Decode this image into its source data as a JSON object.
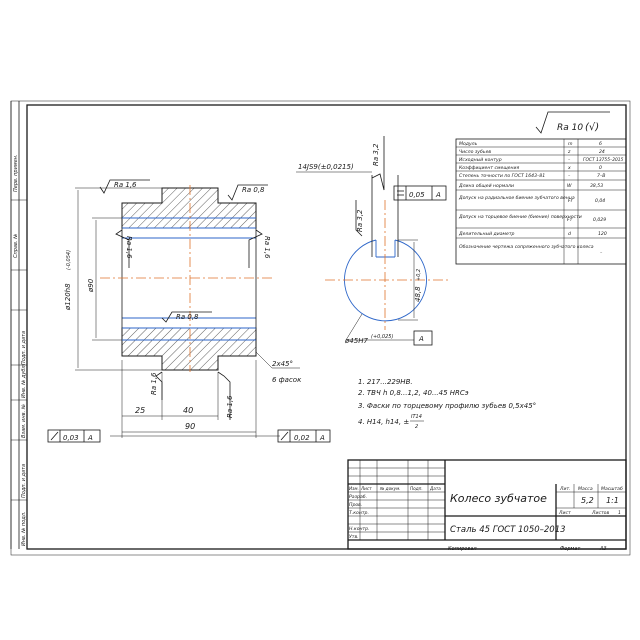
{
  "roughness_general": {
    "ra": "Ra 10",
    "paren": "(√)"
  },
  "params": [
    {
      "name": "Модуль",
      "sym": "m",
      "val": "6"
    },
    {
      "name": "Число зубьев",
      "sym": "z",
      "val": "24"
    },
    {
      "name": "Исходный контур",
      "sym": "–",
      "val": "ГОСТ 13755–2015"
    },
    {
      "name": "Коэффициент смещения",
      "sym": "x",
      "val": "0"
    },
    {
      "name": "Степень точности по ГОСТ 1643–81",
      "sym": "–",
      "val": "7–В"
    },
    {
      "name": "Длина общей нормали",
      "sym": "W",
      "val": "38,53"
    },
    {
      "name": "Допуск на радиальное биение зубчатого венца",
      "sym": "Fr",
      "val": "0,04"
    },
    {
      "name": "Допуск на торцевое биение (биение) поверхности",
      "sym": "Fт",
      "val": "0,029"
    },
    {
      "name": "Делительный диаметр",
      "sym": "d",
      "val": "120"
    },
    {
      "name": "Обозначение чертежа сопряженного зубчатого колеса",
      "sym": "",
      "val": "–"
    }
  ],
  "dims": {
    "ra16_top": "Ra 1,6",
    "ra08_top": "Ra 0,8",
    "ra16_left": "Ra 1,6",
    "ra16_right": "Ra 1,6",
    "ra08_mid": "Ra 0,8",
    "ra16_bottom": "Ra 1,6",
    "ra16_bottom2": "Ra 1,6",
    "d_outer": "ø120h8",
    "d_outer_tol": "(-0,054)",
    "d_bore": "ø90",
    "chamfer": "2x45°",
    "chamfer_count": "6 фасок",
    "len25": "25",
    "len40": "40",
    "len90": "90",
    "runout_left": "0,03",
    "runout_left_ref": "A",
    "runout_right": "0,02",
    "runout_right_ref": "A",
    "keyway_width": "14JS9(±0,0215)",
    "ra32_a": "Ra 3,2",
    "ra32_b": "Ra 3,2",
    "parallel_tol": "0,05",
    "parallel_ref": "A",
    "depth": "48,8",
    "depth_tol": "+0,2",
    "bore_hole": "ø45H7",
    "bore_tol": "(+0,025)",
    "datum": "A"
  },
  "notes": [
    "1. 217...229HB.",
    "2. ТВЧ h 0,8...1,2, 40...45 HRCэ",
    "3. Фаски по торцевому профилю зубьев 0,5х45°",
    "4. H14, h14, ±"
  ],
  "note4_frac": {
    "num": "IT14",
    "den": "2"
  },
  "title_block": {
    "title": "Колесо зубчатое",
    "material": "Сталь 45 ГОСТ 1050–2013",
    "lit": "Лит.",
    "mass_h": "Масса",
    "scale_h": "Масштаб",
    "mass": "5,2",
    "scale": "1:1",
    "sheet": "Лист",
    "sheets": "Листов",
    "sheets_n": "1",
    "copied": "Копировал",
    "format": "Формат",
    "format_v": "A3",
    "rows": [
      "Изм.",
      "Лист",
      "№ докум.",
      "Подп.",
      "Дата"
    ],
    "roles": [
      "Разраб.",
      "Пров.",
      "Т.контр.",
      "",
      "Н.контр.",
      "Утв."
    ]
  },
  "side_labels": [
    "Перв. примен.",
    "Справ. №",
    "Подп. и дата",
    "Инв. № дубл.",
    "Взам. инв. №",
    "Подп. и дата",
    "Инв. № подл."
  ]
}
